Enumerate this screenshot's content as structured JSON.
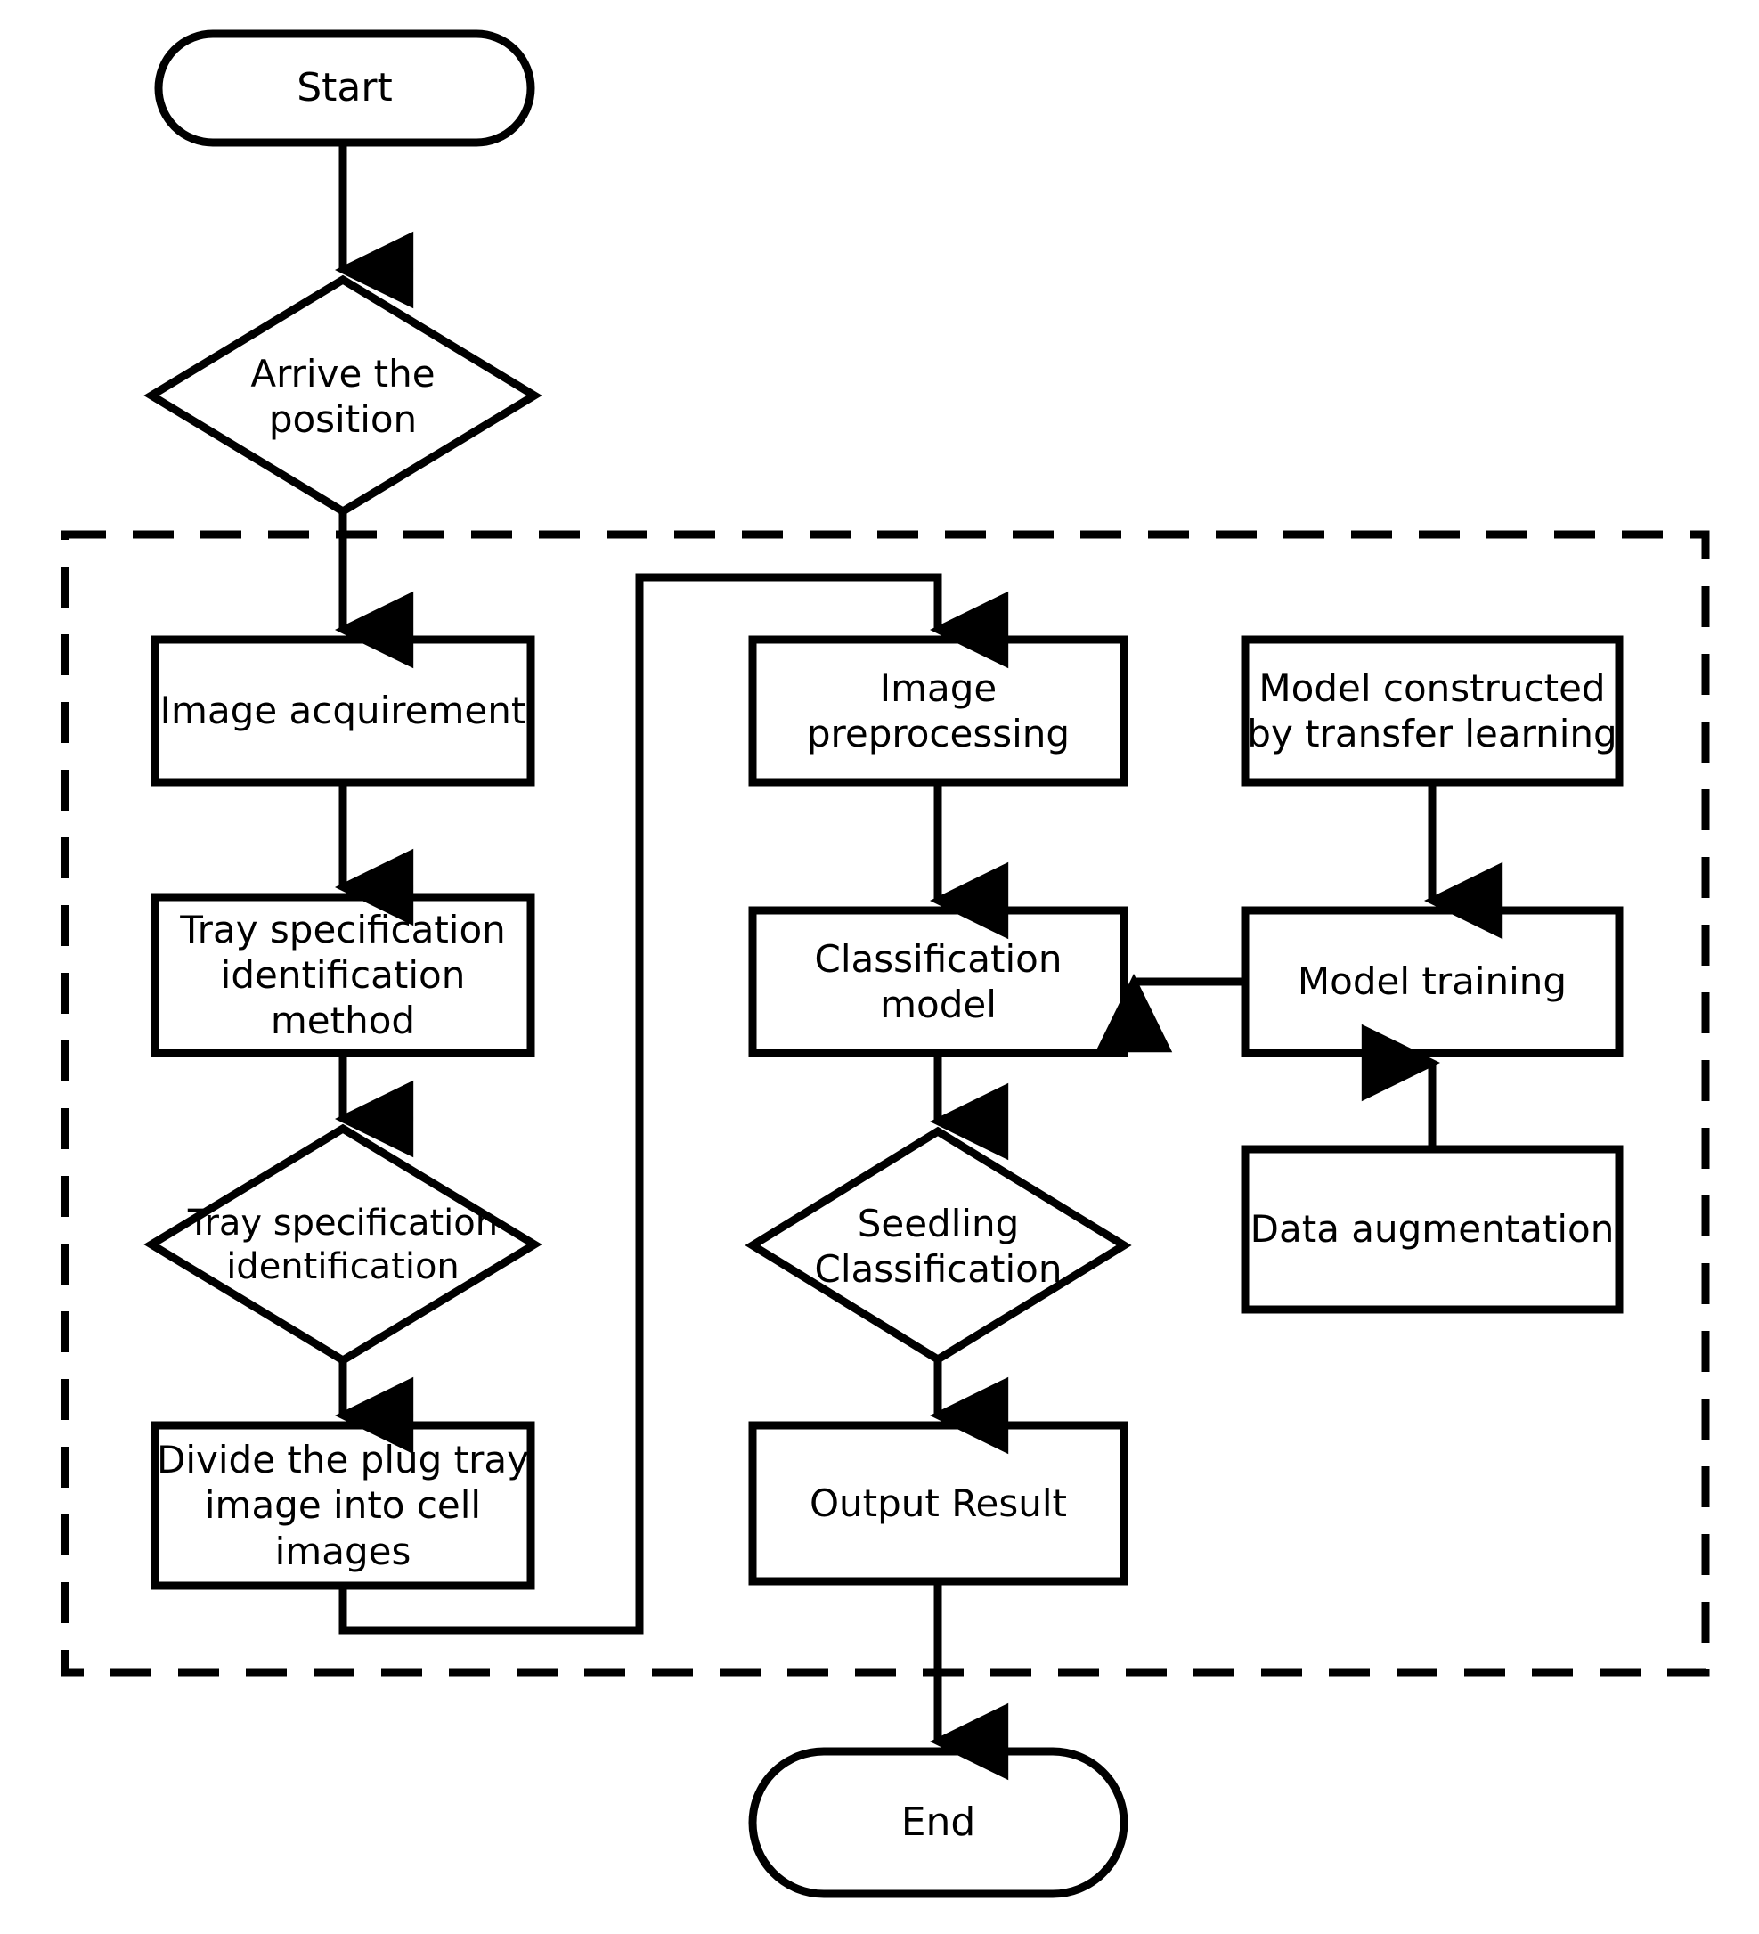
{
  "diagram": {
    "type": "flowchart",
    "title": "Plug tray seedling classification workflow",
    "line_color": "#000000",
    "fill_color": "#ffffff",
    "background": "#ffffff",
    "group_border_style": "dashed"
  },
  "nodes": {
    "start": {
      "label": "Start",
      "shape": "terminator"
    },
    "arrive_position": {
      "label": "Arrive the\nposition",
      "shape": "decision"
    },
    "image_acquirement": {
      "label": "Image acquirement",
      "shape": "process"
    },
    "tray_spec_method": {
      "label": "Tray specification\nidentification\nmethod",
      "shape": "process"
    },
    "tray_spec_identification": {
      "label": "Tray specification\nidentification",
      "shape": "decision"
    },
    "divide_tray": {
      "label": "Divide the plug tray\nimage into cell\nimages",
      "shape": "process"
    },
    "image_preprocessing": {
      "label": "Image\npreprocessing",
      "shape": "process"
    },
    "classification_model": {
      "label": "Classification\nmodel",
      "shape": "process"
    },
    "seedling_classification": {
      "label": "Seedling\nClassification",
      "shape": "decision"
    },
    "output_result": {
      "label": "Output Result",
      "shape": "process"
    },
    "model_constructed": {
      "label": "Model constructed\nby transfer learning",
      "shape": "process"
    },
    "model_training": {
      "label": "Model training",
      "shape": "process"
    },
    "data_augmentation": {
      "label": "Data augmentation",
      "shape": "process"
    },
    "end": {
      "label": "End",
      "shape": "terminator"
    }
  },
  "edges": [
    {
      "from": "start",
      "to": "arrive_position",
      "style": "straight-down"
    },
    {
      "from": "arrive_position",
      "to": "image_acquirement",
      "style": "straight-down"
    },
    {
      "from": "image_acquirement",
      "to": "tray_spec_method",
      "style": "straight-down"
    },
    {
      "from": "tray_spec_method",
      "to": "tray_spec_identification",
      "style": "straight-down"
    },
    {
      "from": "tray_spec_identification",
      "to": "divide_tray",
      "style": "straight-down"
    },
    {
      "from": "divide_tray",
      "to": "image_preprocessing",
      "style": "orthogonal-loop"
    },
    {
      "from": "image_preprocessing",
      "to": "classification_model",
      "style": "straight-down"
    },
    {
      "from": "classification_model",
      "to": "seedling_classification",
      "style": "straight-down"
    },
    {
      "from": "seedling_classification",
      "to": "output_result",
      "style": "straight-down"
    },
    {
      "from": "output_result",
      "to": "end",
      "style": "straight-down"
    },
    {
      "from": "model_constructed",
      "to": "model_training",
      "style": "straight-down"
    },
    {
      "from": "data_augmentation",
      "to": "model_training",
      "style": "straight-up"
    },
    {
      "from": "model_training",
      "to": "classification_model",
      "style": "straight-left"
    }
  ]
}
